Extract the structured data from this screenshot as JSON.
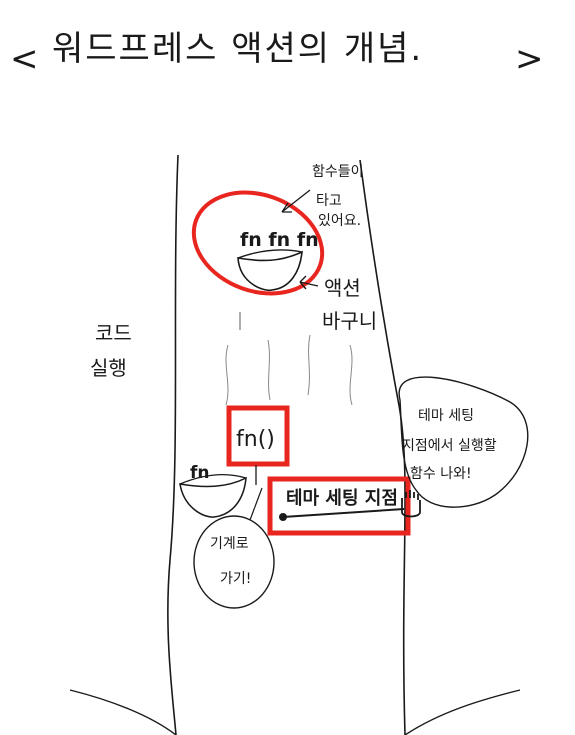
{
  "title": {
    "left_bracket": "<",
    "text": "워드프레스  액션의 개념.",
    "right_bracket": ">"
  },
  "side_label": {
    "line1": "코드",
    "line2": "실행"
  },
  "top_annotation": {
    "line1": "함수들이",
    "line2": "타고",
    "line3": "있어요."
  },
  "basket_annotation": {
    "line1": "액션",
    "line2": "바구니"
  },
  "fn_labels": {
    "top_basket": "fn fn fn",
    "lower_basket": "fn"
  },
  "fn_box": {
    "text": "fn()"
  },
  "hook_box": {
    "text": "테마 세팅 지점"
  },
  "right_bubble": {
    "line1": "테마 세팅",
    "line2": "지점에서 실행할",
    "line3": "함수 나와!"
  },
  "left_bubble": {
    "line1": "기계로",
    "line2": "가기!"
  },
  "colors": {
    "highlight": "#e8261f",
    "ink": "#1a1a1a"
  }
}
